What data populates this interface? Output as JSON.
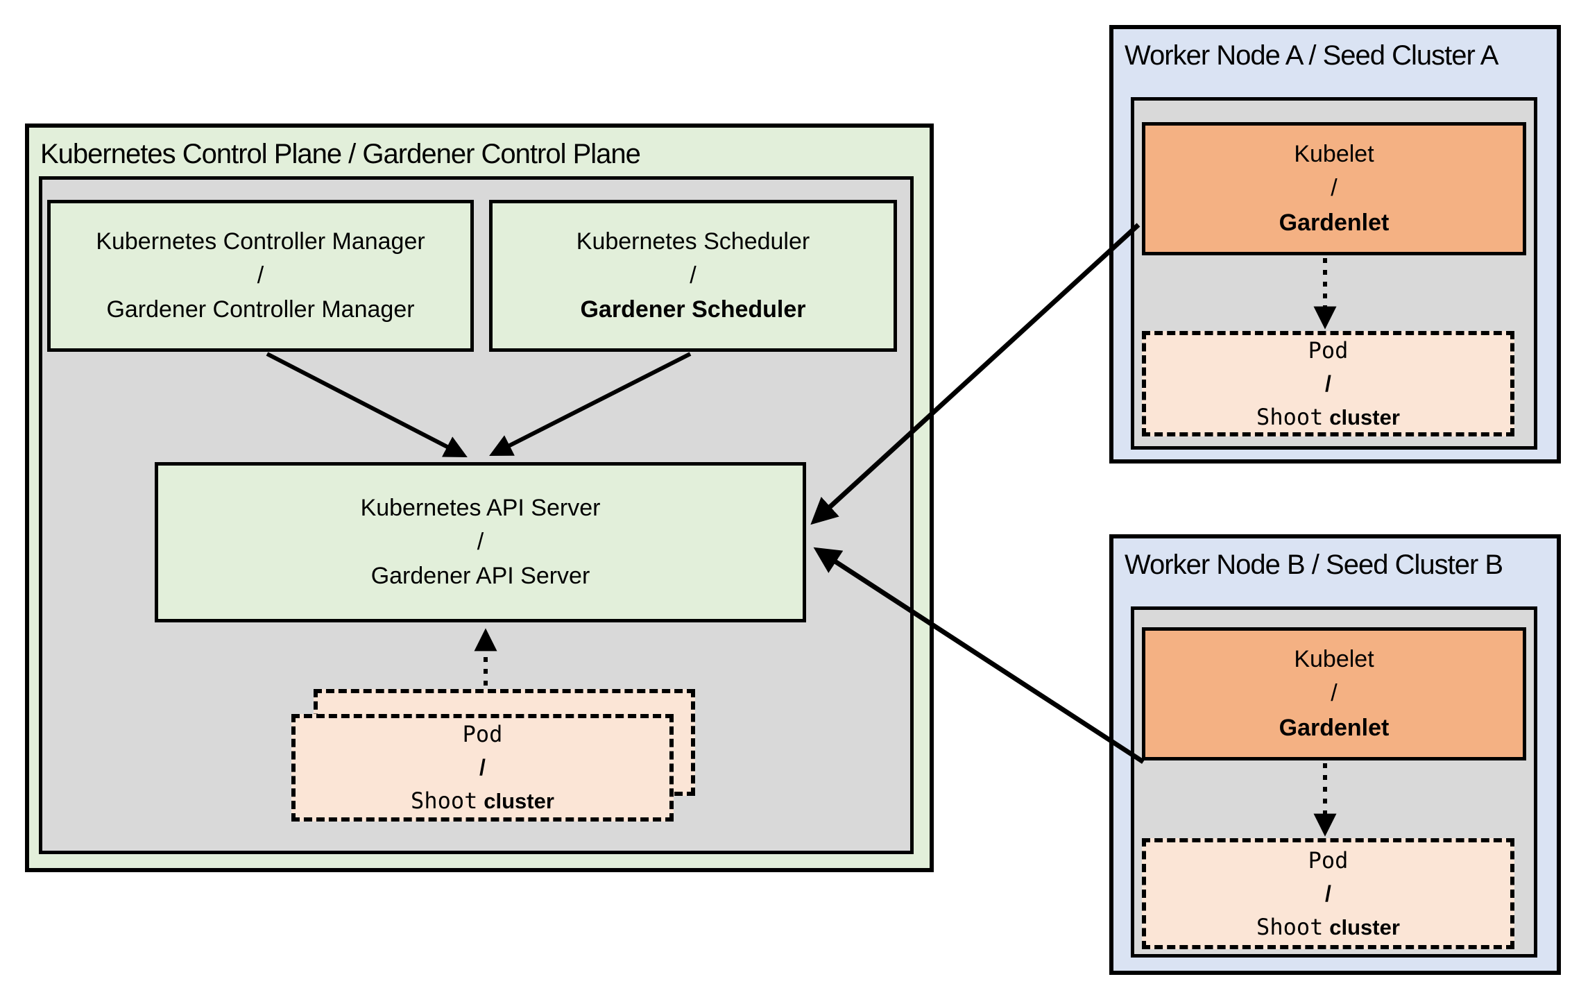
{
  "colors": {
    "green": "#e2efda",
    "gray": "#d9d9d9",
    "blue": "#dae3f3",
    "orange": "#f4b183",
    "peach": "#fbe5d6",
    "border": "#000000"
  },
  "control_plane": {
    "title": "Kubernetes Control Plane / Gardener Control Plane",
    "controller_manager": {
      "line1": "Kubernetes Controller Manager",
      "separator": "/",
      "line2": "Gardener Controller Manager"
    },
    "scheduler": {
      "line1": "Kubernetes Scheduler",
      "separator": "/",
      "line2": "Gardener Scheduler"
    },
    "api_server": {
      "line1": "Kubernetes API Server",
      "separator": "/",
      "line2": "Gardener API Server"
    },
    "pod_stack": {
      "line1": "Pod",
      "separator": "/",
      "line2_mono": "Shoot",
      "line2_sans": "cluster"
    }
  },
  "worker_node_a": {
    "title": "Worker Node A / Seed Cluster A",
    "kubelet": {
      "line1": "Kubelet",
      "separator": "/",
      "line2": "Gardenlet"
    },
    "pod": {
      "line1": "Pod",
      "separator": "/",
      "line2_mono": "Shoot",
      "line2_sans": "cluster"
    }
  },
  "worker_node_b": {
    "title": "Worker Node B / Seed Cluster B",
    "kubelet": {
      "line1": "Kubelet",
      "separator": "/",
      "line2": "Gardenlet"
    },
    "pod": {
      "line1": "Pod",
      "separator": "/",
      "line2_mono": "Shoot",
      "line2_sans": "cluster"
    }
  }
}
